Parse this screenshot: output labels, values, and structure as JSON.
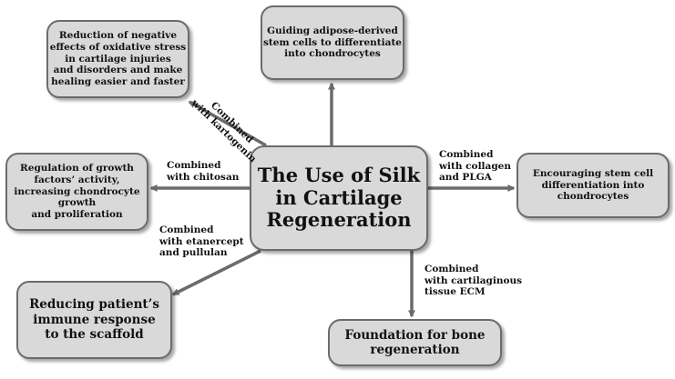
{
  "center": {
    "title": "The Use of Silk\nin Cartilage\nRegeneration"
  },
  "outcomes": {
    "top_left": "Reduction of negative\neffects of oxidative stress\nin cartilage injuries\nand disorders and make\nhealing easier and faster",
    "top_center": "Guiding adipose-derived\nstem cells to differentiate\ninto chondrocytes",
    "middle_left": "Regulation of growth\nfactors’ activity,\nincreasing chondrocyte\ngrowth\nand proliferation",
    "middle_right": "Encouraging stem cell\ndifferentiation into\nchondrocytes",
    "bottom_left": "Reducing patient’s\nimmune response\nto the scaffold",
    "bottom_center": "Foundation for bone\nregeneration"
  },
  "labels": {
    "kartogenin": "Combined\nwith kartogenin",
    "chitosan": "Combined\nwith chitosan",
    "collagen_plga": "Combined\nwith collagen\nand PLGA",
    "etanercept_pullulan": "Combined\nwith etanercept\nand pullulan",
    "cartilaginous_ecm": "Combined\nwith cartilaginous\ntissue ECM"
  },
  "colors": {
    "box_fill": "#d9d9d9",
    "box_border": "#6b6b6b",
    "arrow": "#6b6b6b"
  }
}
